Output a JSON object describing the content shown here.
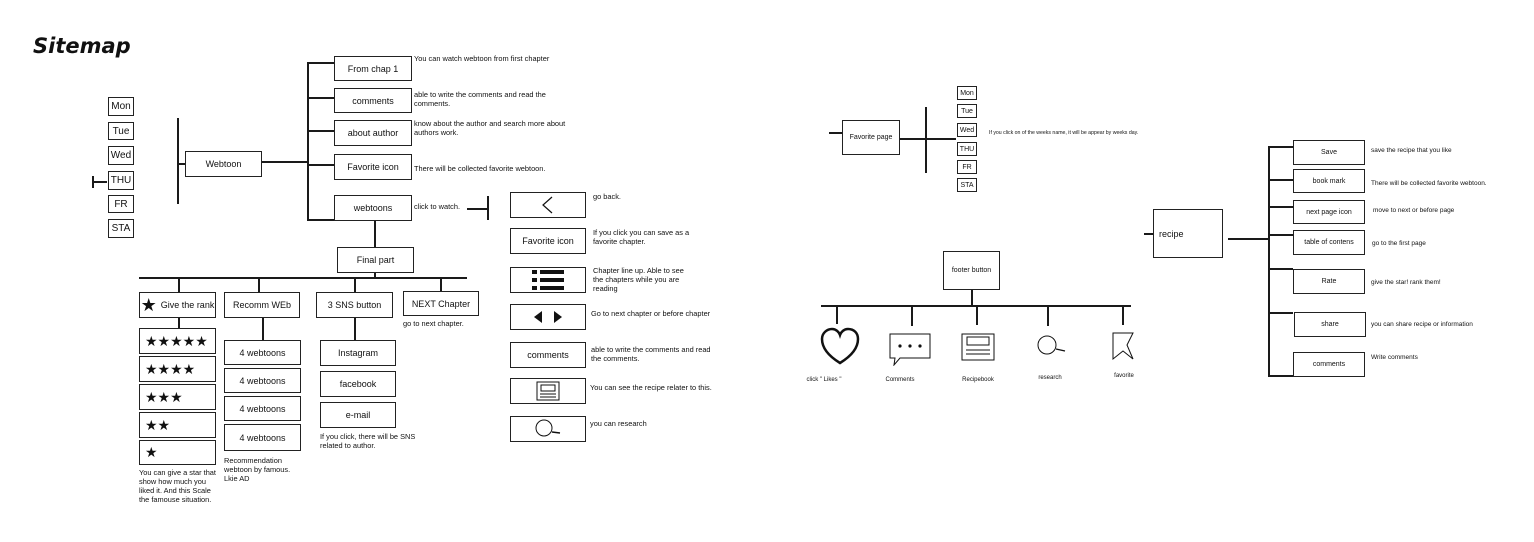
{
  "title": "Sitemap",
  "days_left": [
    "Mon",
    "Tue",
    "Wed",
    "THU",
    "FR",
    "STA"
  ],
  "webtoon": "Webtoon",
  "branches": [
    {
      "label": "From chap 1",
      "note": "You can watch webtoon from first chapter"
    },
    {
      "label": "comments",
      "note": "able to write the comments and read the comments."
    },
    {
      "label": "about author",
      "note": "know  about the author and search more about authors work."
    },
    {
      "label": "Favorite icon",
      "note": "There will be collected favorite webtoon."
    },
    {
      "label": "webtoons",
      "note": "click to watch."
    }
  ],
  "final_part": "Final part",
  "final_children": [
    {
      "label": "Give the rank"
    },
    {
      "label": "Recomm WEb"
    },
    {
      "label": "3 SNS button"
    },
    {
      "label": "NEXT Chapter",
      "note": "go to next chapter."
    }
  ],
  "rank_note": "You can give a star that show how much you liked it. And this Scale the famouse situation.",
  "recomm_items": [
    "4 webtoons",
    "4 webtoons",
    "4 webtoons",
    "4 webtoons"
  ],
  "recomm_note": "Recommendation webtoon by famous. Lkie AD",
  "sns_items": [
    "Instagram",
    "facebook",
    "e-mail"
  ],
  "sns_note": "If you click, there will be SNS related to author.",
  "viewer": [
    {
      "icon": "back-arrow-icon",
      "label": "",
      "note": "go back."
    },
    {
      "icon": "",
      "label": "Favorite icon",
      "note": "If you click you can save as a favorite chapter."
    },
    {
      "icon": "list-icon",
      "label": "",
      "note": "Chapter line up. Able to see the  chapters while you are reading"
    },
    {
      "icon": "prev-next-icon",
      "label": "",
      "note": "Go to next chapter or before chapter"
    },
    {
      "icon": "",
      "label": "comments",
      "note": "able to write the comments and read the comments."
    },
    {
      "icon": "recipe-icon",
      "label": "",
      "note": "You can see the recipe relater to this."
    },
    {
      "icon": "search-icon",
      "label": "",
      "note": "you can research"
    }
  ],
  "favorite_page": "Favorite page",
  "days_right": [
    "Mon",
    "Tue",
    "Wed",
    "THU",
    "FR",
    "STA"
  ],
  "weekday_note": "If you click on of the weeks name, it will be appear by weeks day.",
  "footer_button": "footer button",
  "footer_items": [
    {
      "icon": "heart-icon",
      "label": "click \" Likes \""
    },
    {
      "icon": "comment-bubble-icon",
      "label": "Comments"
    },
    {
      "icon": "recipebook-icon",
      "label": "Recipebook"
    },
    {
      "icon": "search-icon",
      "label": "research"
    },
    {
      "icon": "bookmark-icon",
      "label": "favorite"
    }
  ],
  "recipe": "recipe",
  "recipe_items": [
    {
      "label": "Save",
      "note": "save the recipe that you like"
    },
    {
      "label": "book mark",
      "note": "There will be collected favorite webtoon."
    },
    {
      "label": "next page icon",
      "note": "move to next or before page"
    },
    {
      "label": "table of contens",
      "note": "go to the first page"
    },
    {
      "label": "Rate",
      "note": "give the star! rank them!"
    },
    {
      "label": "share",
      "note": "you can share recipe or information"
    },
    {
      "label": "comments",
      "note": "Write comments"
    }
  ]
}
